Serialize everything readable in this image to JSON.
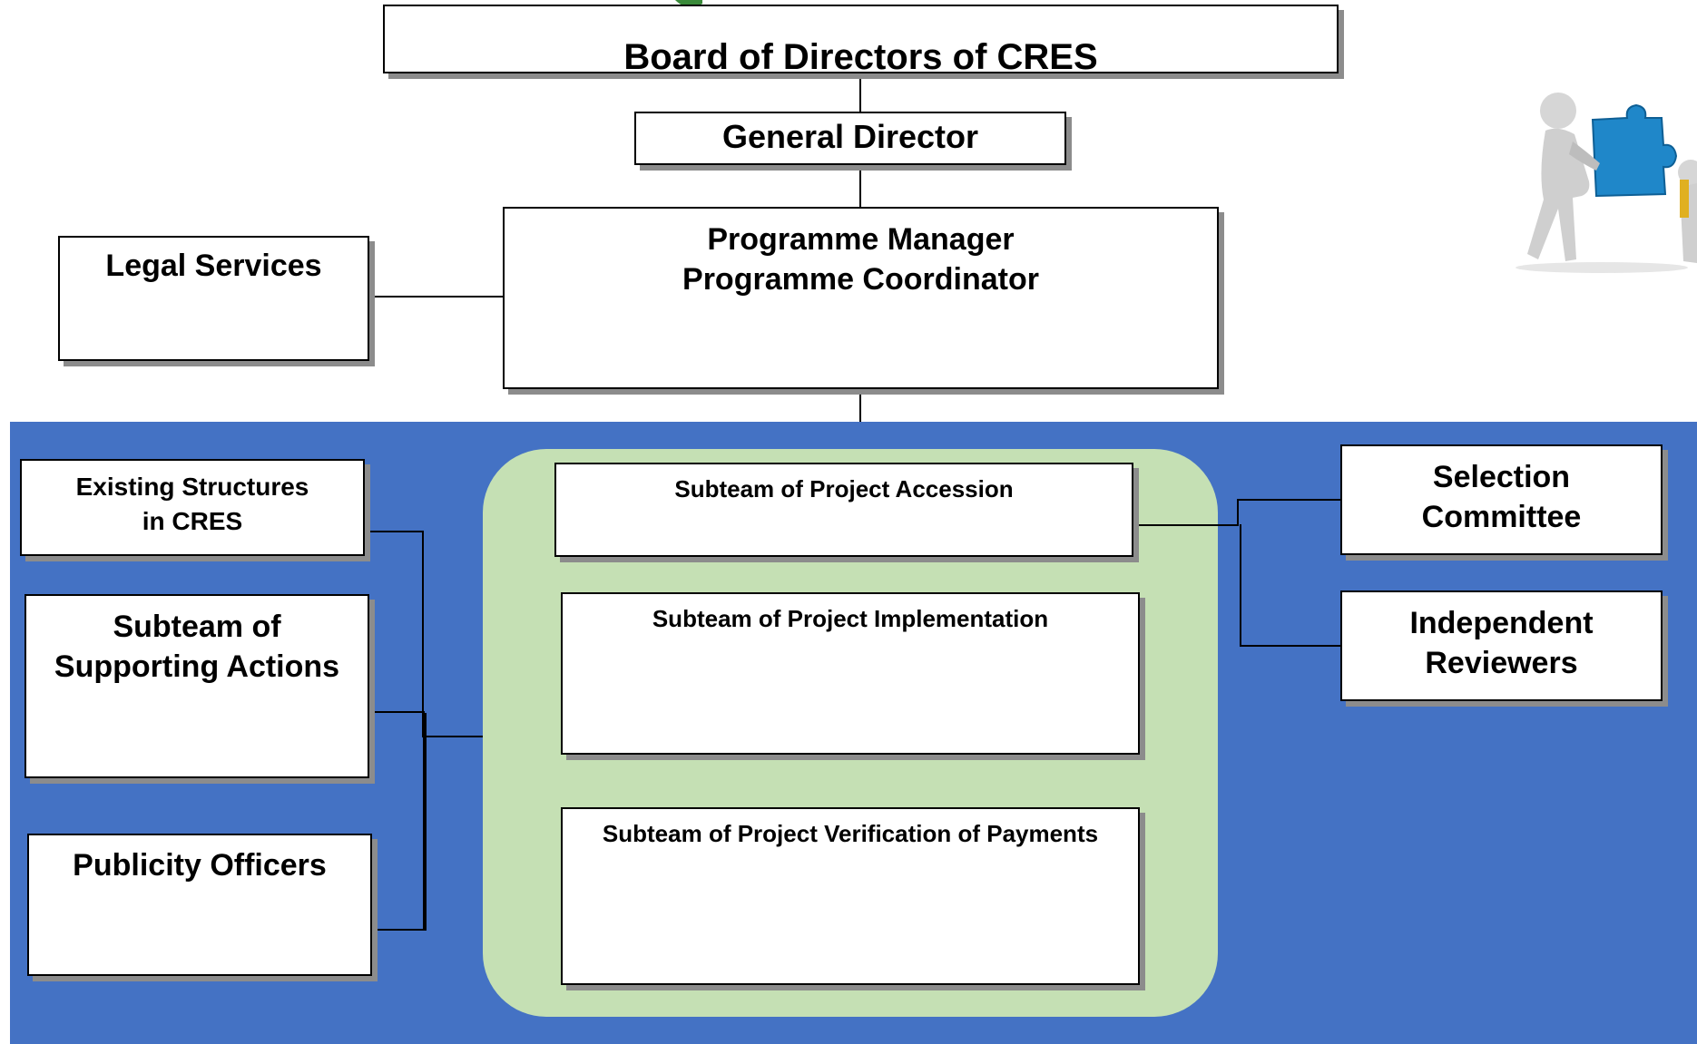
{
  "colors": {
    "band": "#4472c4",
    "panel": "#c5e0b4",
    "box_border": "#000000",
    "box_shadow": "#8c8c8c",
    "logo_green": "#3a8a3a"
  },
  "top": {
    "board": "Board of Directors of CRES",
    "general_director": "General Director",
    "programme_line1": "Programme Manager",
    "programme_line2": "Programme Coordinator",
    "legal": "Legal Services"
  },
  "left": {
    "existing_line1": "Existing Structures",
    "existing_line2": "in CRES",
    "supporting_line1": "Subteam of",
    "supporting_line2": "Supporting Actions",
    "publicity": "Publicity Officers"
  },
  "center": {
    "accession": "Subteam of Project Accession",
    "implementation": "Subteam of Project Implementation",
    "verification": "Subteam of Project Verification of Payments"
  },
  "right": {
    "selection_line1": "Selection",
    "selection_line2": "Committee",
    "reviewers_line1": "Independent",
    "reviewers_line2": "Reviewers"
  },
  "decor": {
    "figure_icon": "person-carrying-puzzle-piece-icon",
    "logo_icon": "green-logo-fragment-icon"
  }
}
